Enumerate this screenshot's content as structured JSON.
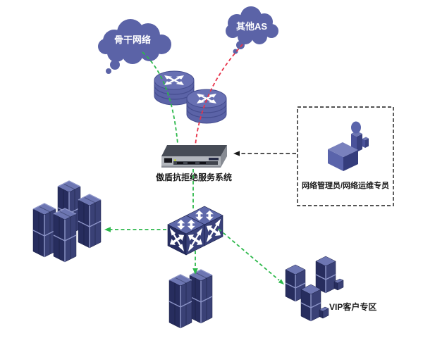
{
  "clouds": {
    "backbone": {
      "label": "骨干网络"
    },
    "other_as": {
      "label": "其他AS"
    }
  },
  "nodes": {
    "firewall": {
      "label": "傲盾抗拒绝服务系统"
    },
    "admin": {
      "label": "网络管理员/网络运维专员"
    },
    "vip": {
      "label": "VIP客户专区"
    }
  },
  "icons": {
    "clouds": "network-cloud-icon",
    "routers": "router-icon",
    "appliance": "rack-appliance-icon",
    "switch": "lan-switch-icon",
    "servers": "server-tower-icon",
    "admin": "admin-workstation-icon"
  },
  "links": [
    {
      "name": "backbone-to-appliance",
      "style": "green-dashed"
    },
    {
      "name": "other-as-to-appliance",
      "style": "red-dashed"
    },
    {
      "name": "appliance-to-switch",
      "style": "green-dashed"
    },
    {
      "name": "switch-to-left-servers",
      "style": "green-dashed-arrow"
    },
    {
      "name": "switch-to-bottom-servers",
      "style": "green-dashed-arrow"
    },
    {
      "name": "switch-to-vip",
      "style": "green-dashed-arrow"
    },
    {
      "name": "admin-to-appliance",
      "style": "black-dashed-arrow"
    }
  ],
  "colors": {
    "node_blue": "#5b63a7",
    "node_blue_dark": "#454d8f",
    "node_blue_light": "#6870b3",
    "cube_sw": "#272e62",
    "cube_se": "#39417a",
    "cube_top": "#5f69aa",
    "tower_sw": "#272d5e",
    "tower_se": "#3a4176",
    "tower_top": "#6d76b2",
    "seam_light": "#8d95c8",
    "appliance_top": "#474c56",
    "appliance_front": "#b2b6bc",
    "link_green": "#2db84b",
    "link_red": "#e8334a",
    "ink": "#1a1a1a",
    "background": "#ffffff"
  }
}
